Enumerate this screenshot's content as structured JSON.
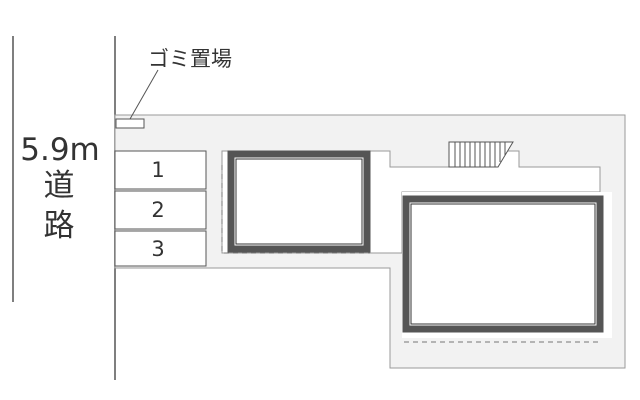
{
  "road": {
    "width_label": "5.9m",
    "char_1": "道",
    "char_2": "路"
  },
  "garbage_area": {
    "label": "ゴミ置場"
  },
  "parking": {
    "spaces": [
      {
        "label": "1"
      },
      {
        "label": "2"
      },
      {
        "label": "3"
      }
    ]
  },
  "colors": {
    "lot_fill": "#f2f2f2",
    "lot_outline": "#9a9a9a",
    "building_wall": "#555555",
    "building_inner_line": "#333333",
    "line": "#555555"
  }
}
